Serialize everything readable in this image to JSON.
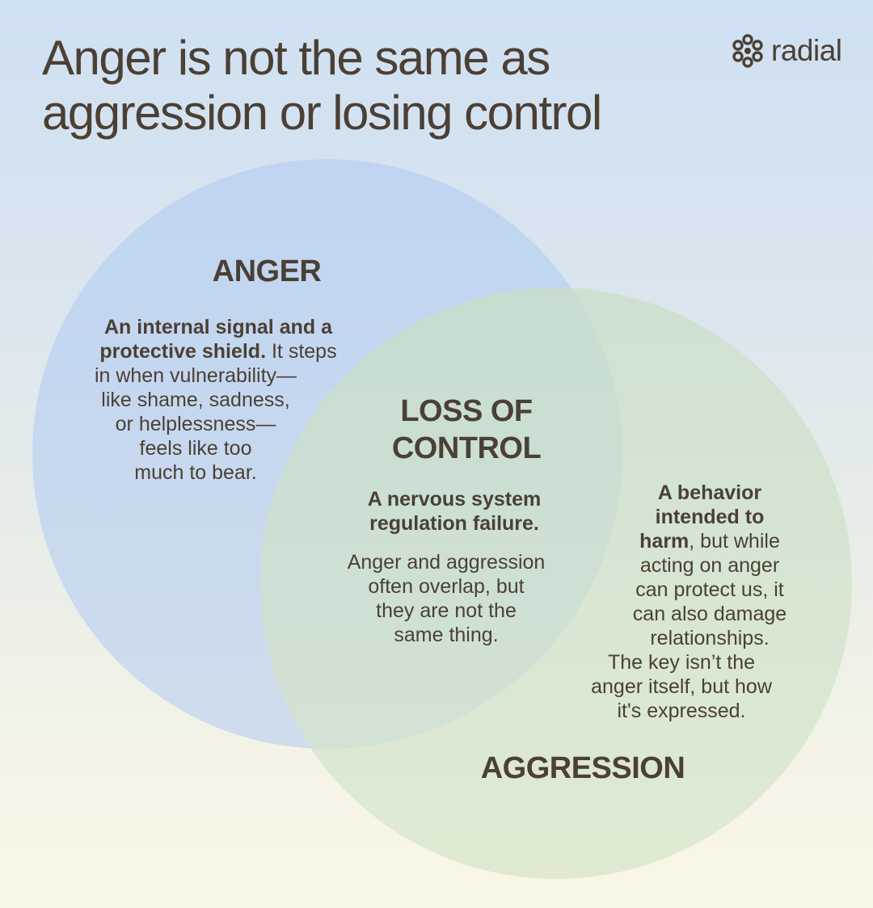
{
  "title": {
    "line1": "Anger is not the same as",
    "line2": "aggression or losing control"
  },
  "brand": {
    "name": "radial",
    "icon": "flower-logo-icon"
  },
  "colors": {
    "text": "#4b4034",
    "anger_circle": "#b9cff0",
    "aggression_circle": "#cfe2c4",
    "background_top": "#cfe0f2",
    "background_bottom": "#fbf7e6"
  },
  "diagram": {
    "anger": {
      "heading": "ANGER",
      "bold_line1": "An internal signal and a",
      "bold_line2": "protective shield.",
      "line2_rest": " It steps",
      "line3": "in when vulnerability—",
      "line4": "like shame, sadness,",
      "line5": "or helplessness—",
      "line6": "feels like too",
      "line7": "much to bear."
    },
    "loss_of_control": {
      "heading_line1": "LOSS OF",
      "heading_line2": "CONTROL",
      "bold_line1": "A nervous system",
      "bold_line2": "regulation failure.",
      "line1": "Anger and aggression",
      "line2": "often overlap, but",
      "line3": "they are not the",
      "line4": "same thing."
    },
    "aggression": {
      "heading": "AGGRESSION",
      "bold_line1": "A behavior",
      "bold_line2": "intended to",
      "bold_line3": "harm",
      "line3_rest": ", but while",
      "line4": "acting on anger",
      "line5": "can protect us, it",
      "line6": "can also damage",
      "line7": "relationships.",
      "line8": "The key isn’t the",
      "line9": "anger itself, but how",
      "line10": "it's expressed."
    }
  }
}
